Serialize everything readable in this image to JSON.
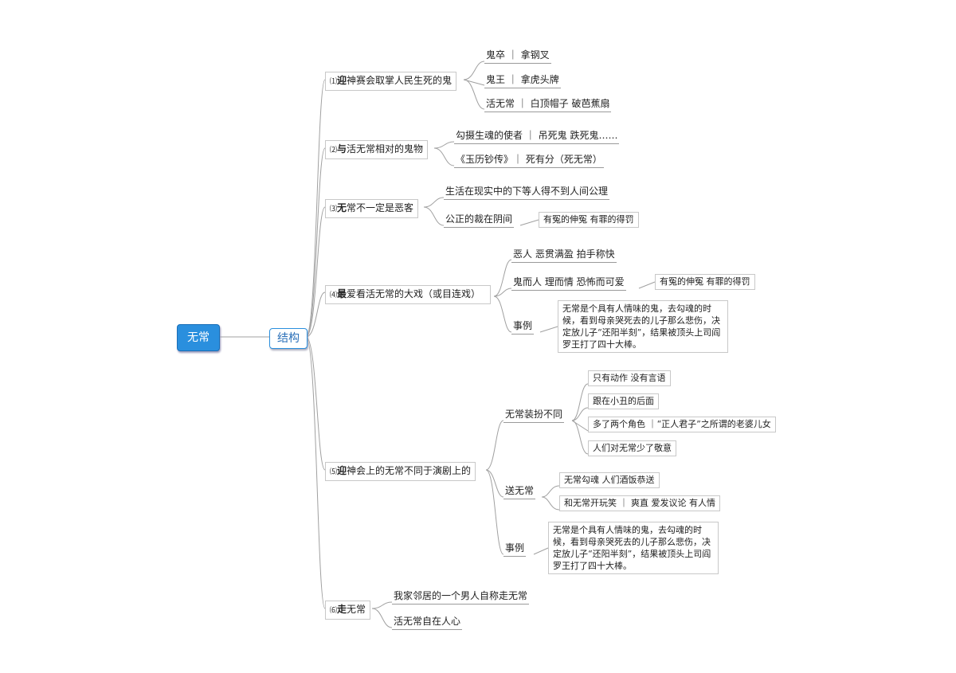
{
  "root": "无常",
  "hub": "结构",
  "s1": {
    "num": "⑴",
    "head": "迎",
    "rest": "神赛会取掌人民生死的鬼",
    "c1": "鬼卒 ｜ 拿钢叉",
    "c2": "鬼王 ｜ 拿虎头牌",
    "c3": "活无常 ｜ 白顶帽子 破芭蕉扇"
  },
  "s2": {
    "num": "⑵",
    "head": "与",
    "rest": "活无常相对的鬼物",
    "c1": "勾摄生魂的使者 ｜ 吊死鬼 跌死鬼……",
    "c2": "《玉历钞传》｜ 死有分（死无常）"
  },
  "s3": {
    "num": "⑶",
    "head": "无",
    "rest": "常不一定是恶客",
    "c1": "生活在现实中的下等人得不到人间公理",
    "c2": "公正的裁在阴间",
    "c2a": "有冤的伸冤 有罪的得罚"
  },
  "s4": {
    "num": "⑷",
    "head": "最",
    "rest": "爱看活无常的大戏（或目连戏）",
    "c1": "恶人 恶贯满盈 拍手称快",
    "c2": "鬼而人 理而情 恐怖而可爱",
    "c2a": "有冤的伸冤 有罪的得罚",
    "c3": "事例",
    "c3a": "无常是个具有人情味的鬼，去勾魂的时候，看到母亲哭死去的儿子那么悲伤，决定放儿子“还阳半刻”，结果被顶头上司阎罗王打了四十大棒。"
  },
  "s5": {
    "num": "⑸",
    "head": "迎",
    "rest": "神会上的无常不同于演剧上的",
    "c1": "无常装扮不同",
    "c1a": "只有动作 没有言语",
    "c1b": "跟在小丑的后面",
    "c1c": "多了两个角色 ｜“正人君子”之所谓的老婆儿女",
    "c1d": "人们对无常少了敬意",
    "c2": "送无常",
    "c2a": "无常勾魂 人们酒饭恭送",
    "c2b": "和无常开玩笑 ｜ 爽直 爱发议论 有人情",
    "c3": "事例",
    "c3a": "无常是个具有人情味的鬼，去勾魂的时候，看到母亲哭死去的儿子那么悲伤，决定放儿子“还阳半刻”，结果被顶头上司阎罗王打了四十大棒。"
  },
  "s6": {
    "num": "⑹",
    "head": "走",
    "rest": "无常",
    "c1": "我家邻居的一个男人自称走无常",
    "c2": "活无常自在人心"
  }
}
